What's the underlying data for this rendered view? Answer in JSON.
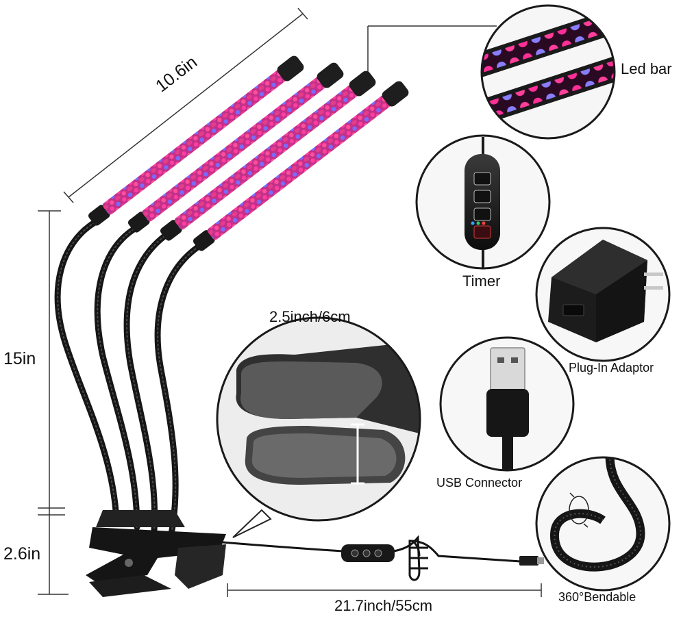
{
  "dimensions": {
    "bar_length": "10.6in",
    "gooseneck_height": "15in",
    "clip_height": "2.6in",
    "clip_opening": "2.5inch/6cm",
    "cable_length": "21.7inch/55cm"
  },
  "callouts": {
    "led_bar": "Led bar",
    "timer": "Timer",
    "plug_in_adaptor": "Plug-In Adaptor",
    "usb_connector": "USB Connector",
    "bendable": "360°Bendable"
  },
  "colors": {
    "led_red": "#e0207a",
    "led_blue": "#5a5cff",
    "led_violet": "#b040e0",
    "body_black": "#141414",
    "cap_black": "#1e1e1e"
  }
}
